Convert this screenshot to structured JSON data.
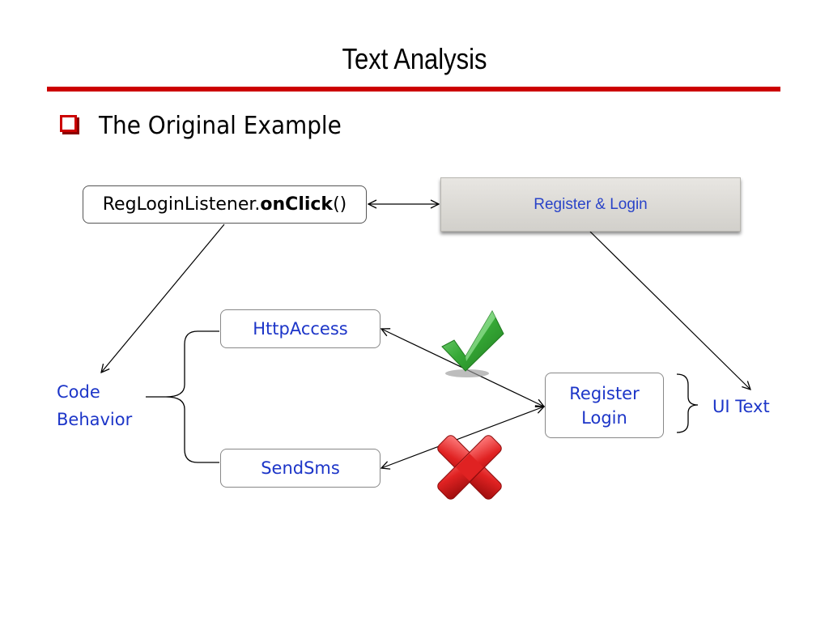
{
  "slide": {
    "title": "Text Analysis",
    "bullet": "The Original Example"
  },
  "diagram": {
    "listener": {
      "prefix": "RegLoginListener.",
      "method": "onClick",
      "suffix": "()"
    },
    "ui_button_label": "Register & Login",
    "http_access": "HttpAccess",
    "send_sms": "SendSms",
    "register_line1": "Register",
    "register_line2": "Login",
    "code_behavior_line1": "Code",
    "code_behavior_line2": "Behavior",
    "ui_text": "UI Text",
    "match_icon": "checkmark-icon",
    "mismatch_icon": "cross-icon"
  },
  "colors": {
    "accent_red": "#cc0000",
    "label_blue": "#1c35c8",
    "check_green": "#3fae3f",
    "cross_red": "#d42020"
  }
}
